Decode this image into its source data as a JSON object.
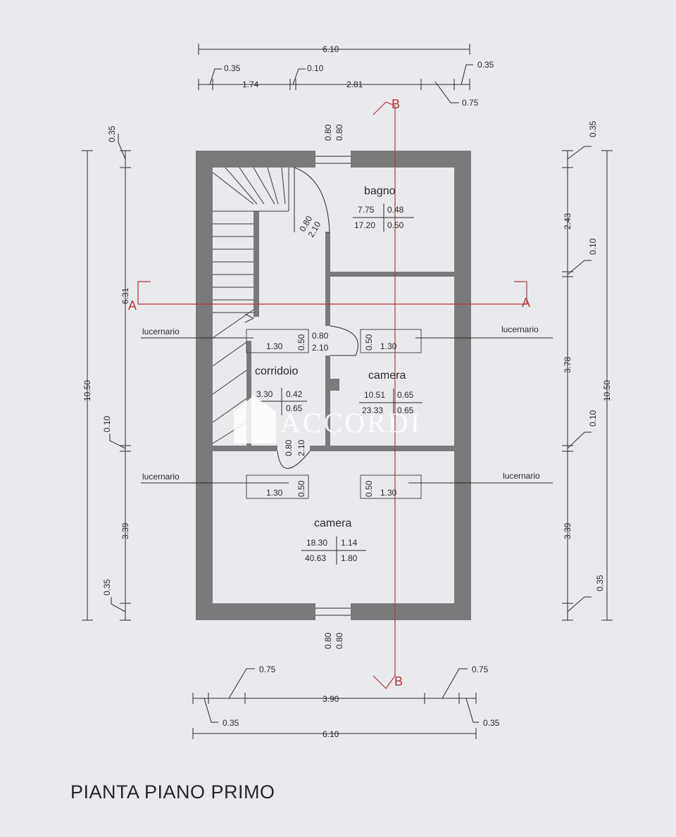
{
  "title": "PIANTA PIANO PRIMO",
  "watermark": "ACCORDI",
  "colors": {
    "wall": "#7a7a7c",
    "section_line": "#b8383a",
    "line": "#2a2a2a",
    "paper": "#e9eaee"
  },
  "top_dims": {
    "total": "6.10",
    "d1": "0.35",
    "d2": "1.74",
    "d3": "0.10",
    "d4": "2.81",
    "d5": "0.35",
    "d6": "0.75"
  },
  "bottom_dims": {
    "w1": "0.75",
    "w2": "3.90",
    "w3": "0.75",
    "d1": "0.35",
    "d2": "0.35",
    "total": "6.10"
  },
  "left_dims": {
    "total": "10.50",
    "d_top": "0.35",
    "d_mid": "6.31",
    "d_sep": "0.10",
    "d_low": "3.39",
    "d_bot": "0.35"
  },
  "right_dims": {
    "d_top": "0.35",
    "d1": "2.43",
    "d_sep1": "0.10",
    "d2": "3.78",
    "total": "10.50",
    "d_sep2": "0.10",
    "d3": "3.39",
    "d_bot": "0.35"
  },
  "windows": {
    "top_a": "0.80",
    "top_b": "0.80",
    "bottom_a": "0.80",
    "bottom_b": "0.80"
  },
  "section": {
    "a_left": "A",
    "a_right": "A",
    "b_top": "B",
    "b_bottom": "B"
  },
  "rooms": {
    "bagno": {
      "name": "bagno",
      "v1": "7.75",
      "v2": "0.48",
      "v3": "17.20",
      "v4": "0.50"
    },
    "corridoio": {
      "name": "corridoio",
      "v1": "3.30",
      "v2": "0.42",
      "v4": "0.65"
    },
    "camera1": {
      "name": "camera",
      "v1": "10.51",
      "v2": "0.65",
      "v3": "23.33",
      "v4": "0.65"
    },
    "camera2": {
      "name": "camera",
      "v1": "18.30",
      "v2": "1.14",
      "v3": "40.63",
      "v4": "1.80"
    }
  },
  "doors": {
    "bagno_w": "0.80",
    "bagno_h": "2.10",
    "corr_w": "0.80",
    "corr_h": "2.10",
    "low_w": "0.80",
    "low_h": "2.10"
  },
  "skylights": {
    "label_left_top": "lucernario",
    "label_right_top": "lucernario",
    "label_left_bottom": "lucernario",
    "label_right_bottom": "lucernario",
    "lt_w": "1.30",
    "lt_h": "0.50",
    "rt_w": "1.30",
    "rt_h": "0.50",
    "lb_w": "1.30",
    "lb_h": "0.50",
    "rb_w": "1.30",
    "rb_h": "0.50"
  }
}
